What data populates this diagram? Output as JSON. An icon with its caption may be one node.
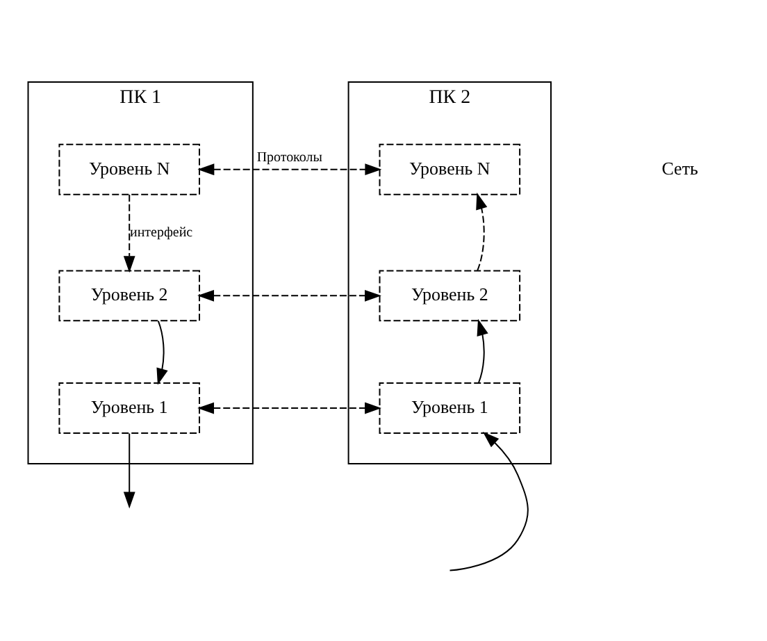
{
  "diagram": {
    "nodes": [
      {
        "text": [
          "ПК 1"
        ]
      },
      {
        "text": [
          "Уровень N"
        ],
        "in": 0
      },
      {
        "text": [
          "Уровень 2"
        ],
        "in": 0
      },
      {
        "text": [
          "Уровень 1"
        ],
        "in": 0
      },
      {
        "text": [
          "ПК 2"
        ]
      },
      {
        "text": [
          "Уровень N"
        ],
        "in": 4
      },
      {
        "text": [
          "Уровень 2"
        ],
        "in": 4
      },
      {
        "text": [
          "Уровень 1"
        ],
        "in": 4
      }
    ],
    "edges": [
      {
        "from": 1,
        "to": 5,
        "arrow": "both",
        "style": "dashed",
        "label": "Протоколы"
      },
      {
        "from": 1,
        "to": 2,
        "arrow": "to",
        "style": "dashed",
        "label": "интерфейс"
      },
      {
        "from": 2,
        "to": 6,
        "arrow": "both",
        "style": "dashed"
      },
      {
        "from": 2,
        "to": 3,
        "arrow": "to"
      },
      {
        "from": 3,
        "to": 7,
        "arrow": "both",
        "style": "dashed"
      },
      {
        "from": 7,
        "to": 6,
        "arrow": "to"
      },
      {
        "from": 6,
        "to": 5,
        "arrow": "to",
        "style": "dashed"
      },
      {
        "from": 3,
        "to": null,
        "arrow": "to"
      },
      {
        "from": null,
        "to": 7,
        "arrow": "to"
      }
    ],
    "labels": [
      "Сеть"
    ]
  }
}
